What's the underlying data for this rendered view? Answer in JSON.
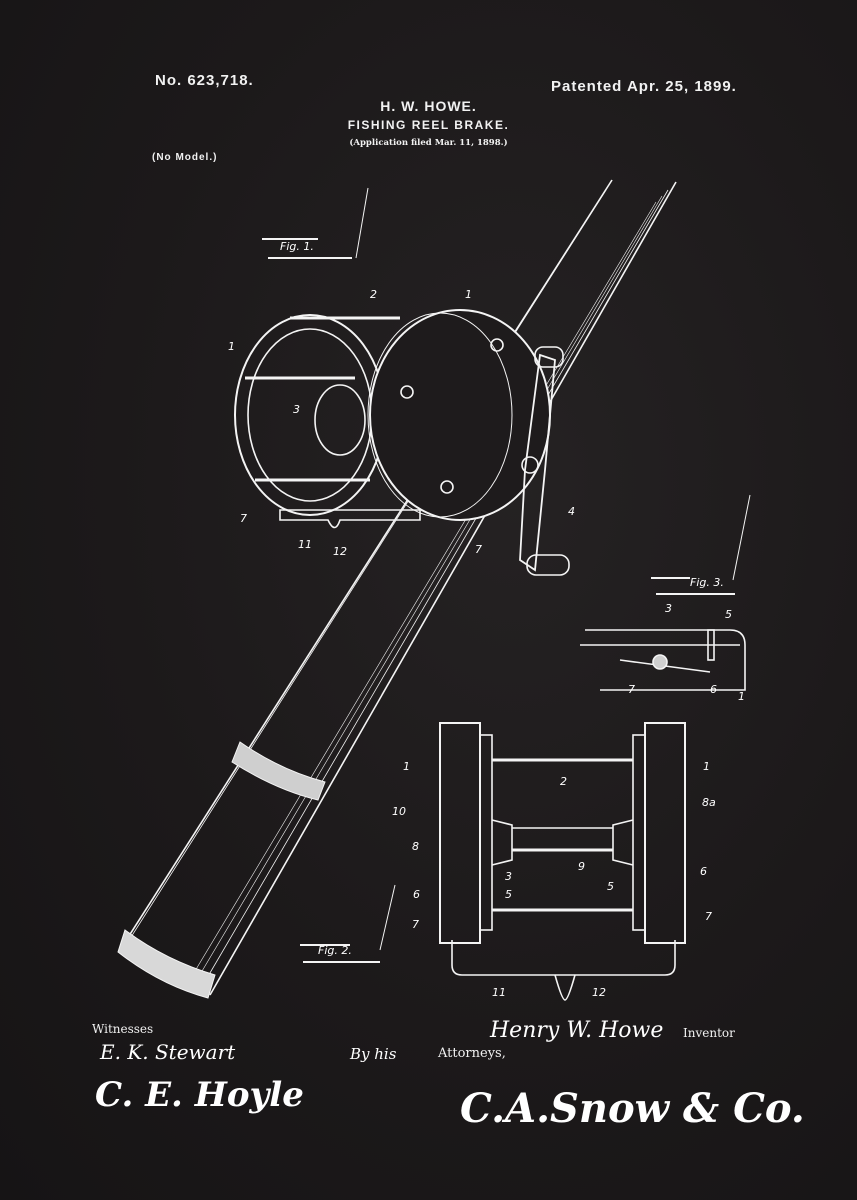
{
  "patent": {
    "number": "No. 623,718.",
    "patented_date": "Patented Apr. 25, 1899.",
    "inventor_header": "H. W. HOWE.",
    "title": "FISHING REEL BRAKE.",
    "application": "(Application filed Mar. 11, 1898.)",
    "model_note": "(No Model.)"
  },
  "figures": [
    {
      "label": "Fig. 1.",
      "parts": [
        "1",
        "2",
        "1",
        "3",
        "7",
        "11",
        "12",
        "7",
        "4"
      ]
    },
    {
      "label": "Fig. 2.",
      "parts": [
        "1",
        "10",
        "8",
        "3",
        "6",
        "5",
        "7",
        "2",
        "9",
        "1",
        "8a",
        "5",
        "6",
        "7",
        "11",
        "12"
      ]
    },
    {
      "label": "Fig. 3.",
      "parts": [
        "3",
        "5",
        "7",
        "6",
        "1"
      ]
    }
  ],
  "signatures": {
    "witnesses_label": "Witnesses",
    "witness_1": "E. K. Stewart",
    "witness_2": "C. E. Hoyle",
    "inventor_signature": "Henry W. Howe",
    "inventor_label": "Inventor",
    "by_his": "By his",
    "attorneys_label": "Attorneys,",
    "attorney_signature": "C.A.Snow & Co."
  },
  "colors": {
    "background": "#1b1819",
    "ink": "#f2f2f2"
  }
}
